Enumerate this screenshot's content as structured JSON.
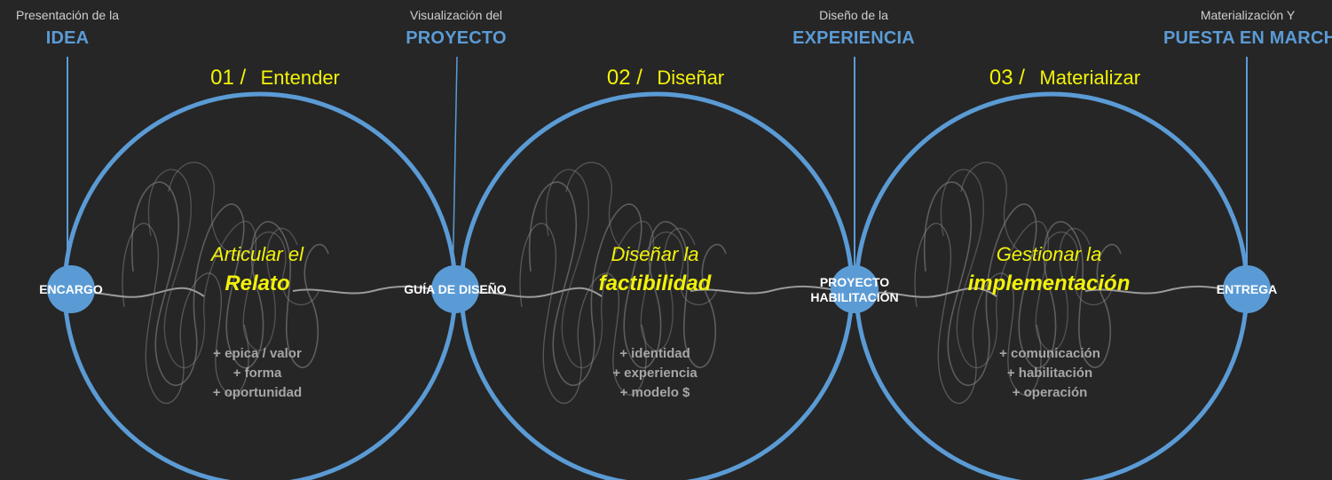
{
  "colors": {
    "background": "#262626",
    "ring": "#5b9bd5",
    "node": "#5b9bd5",
    "accent": "#f2f20a",
    "muted": "#a6a6a6"
  },
  "milestones": [
    {
      "caption": "Presentación de la",
      "title": "IDEA"
    },
    {
      "caption": "Visualización del",
      "title": "PROYECTO"
    },
    {
      "caption": "Diseño de la",
      "title": "EXPERIENCIA"
    },
    {
      "caption": "Materialización Y",
      "title": "PUESTA EN MARCHA"
    }
  ],
  "nodes": [
    {
      "label": "ENCARGO"
    },
    {
      "label": "GUÍA DE DISEÑO"
    },
    {
      "label_line1": "PROYECTO",
      "label_line2": "HABILITACIÓN"
    },
    {
      "label": "ENTREGA"
    }
  ],
  "stages": [
    {
      "number": "01 /",
      "name": "Entender",
      "headline_line1": "Articular el",
      "headline_line2": "Relato",
      "items": [
        "+ epica / valor",
        "+ forma",
        "+ oportunidad"
      ]
    },
    {
      "number": "02 /",
      "name": "Diseñar",
      "headline_line1": "Diseñar la",
      "headline_line2": "factibilidad",
      "items": [
        "+ identidad",
        "+ experiencia",
        "+ modelo $"
      ]
    },
    {
      "number": "03 /",
      "name": "Materializar",
      "headline_line1": "Gestionar la",
      "headline_line2": "implementación",
      "items": [
        "+ comunicación",
        "+ habilitación",
        "+ operación"
      ]
    }
  ]
}
